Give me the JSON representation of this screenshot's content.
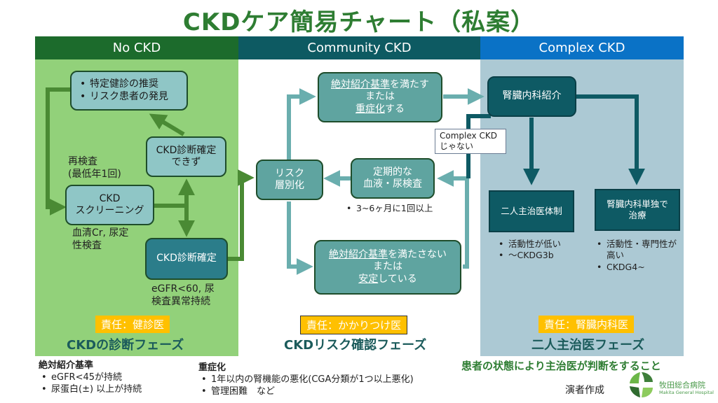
{
  "title": "CKDケア簡易チャート（私案）",
  "colors": {
    "no_ckd_header": "#1c6b2c",
    "community_header": "#0d5a62",
    "complex_header": "#0a72c6",
    "no_ckd_bg": "#92d17a",
    "complex_bg": "#acc9d4",
    "responsibility_bg": "#ffc000",
    "title_green": "#2e7d32"
  },
  "phases": [
    {
      "header": "No CKD",
      "boxes": {
        "promo": [
          "特定健診の推奨",
          "リスク患者の発見"
        ],
        "screening": [
          "CKD",
          "スクリーニング"
        ],
        "not_confirmed": [
          "CKD診断確定",
          "できず"
        ],
        "confirmed": "CKD診断確定"
      },
      "notes": {
        "recheck": [
          "再検査",
          "(最低年1回)"
        ],
        "screening_tests": [
          "血清Cr, 尿定",
          "性検査"
        ],
        "confirm_criteria": [
          "eGFR<60, 尿",
          "検査異常持続"
        ]
      },
      "responsibility": "責任：健診医",
      "phase_label": "CKDの診断フェーズ"
    },
    {
      "header": "Community CKD",
      "boxes": {
        "meets": {
          "line1_u": "絶対紹介基準",
          "line1_rest": "を満たす",
          "line2": "または",
          "line3_u": "重症化",
          "line3_rest": "する"
        },
        "risk": [
          "リスク",
          "層別化"
        ],
        "periodic": [
          "定期的な",
          "血液・尿検査"
        ],
        "not_meets": {
          "line1_u": "絶対紹介基準",
          "line1_rest": "を満たさない",
          "line2": "または",
          "line3_u": "安定",
          "line3_rest": "している"
        }
      },
      "notes": {
        "periodic_freq": [
          "3~6ヶ月に1回以上"
        ]
      },
      "callout": [
        "Complex CKD",
        "じゃない"
      ],
      "responsibility": "責任：かかりつけ医",
      "phase_label": "CKDリスク確認フェーズ"
    },
    {
      "header": "Complex CKD",
      "boxes": {
        "referral": "腎臓内科紹介",
        "dual": "二人主治医体制",
        "solo": [
          "腎臓内科単独で",
          "治療"
        ]
      },
      "notes": {
        "dual_bullets": [
          "活動性が低い",
          "～CKDG3b"
        ],
        "solo_bullets": [
          "活動性・専門性が高い",
          "CKDG4~"
        ]
      },
      "responsibility": "責任：腎臓内科医",
      "phase_label": "二人主治医フェーズ"
    }
  ],
  "footer": {
    "criteria_title": "絶対紹介基準",
    "criteria_items": [
      "eGFR<45が持続",
      "尿蛋白(±) 以上が持続"
    ],
    "severity_title": "重症化",
    "severity_items": [
      "1年以内の腎機能の悪化(CGA分類が1つ以上悪化)",
      "管理困難　など"
    ],
    "judgement": "患者の状態により主治医が判断をすること",
    "author": "演者作成",
    "hospital_name": "牧田総合病院",
    "hospital_name_en": "Makita General Hospital"
  }
}
